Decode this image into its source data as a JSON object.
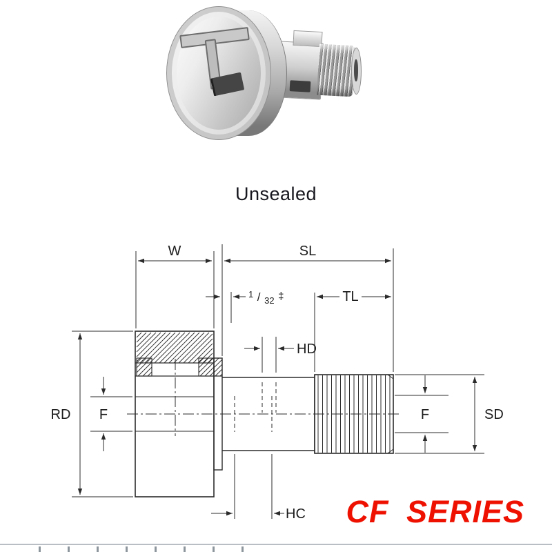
{
  "variant_label": "Unsealed",
  "series_label": "CF SERIES",
  "drawing": {
    "labels": {
      "w": "W",
      "sl": "SL",
      "tl": "TL",
      "hd": "HD",
      "rd": "RD",
      "f_left": "F",
      "f_right": "F",
      "sd": "SD",
      "hc": "HC",
      "offset": {
        "num": "1",
        "slash": "/",
        "den": "32",
        "mark": "‡"
      }
    }
  },
  "colors": {
    "line": "#2b2b2b",
    "text": "#1c1c1c",
    "series_red": "#ee1102"
  }
}
